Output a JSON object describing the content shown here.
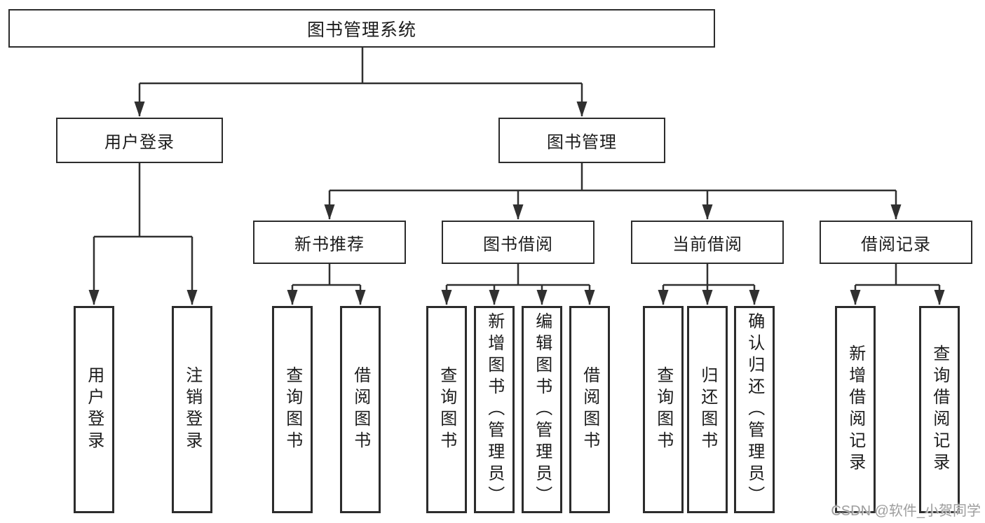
{
  "tree": {
    "label": "图书管理系统",
    "children": [
      {
        "label": "用户登录",
        "children": [
          {
            "label": "用户登录"
          },
          {
            "label": "注销登录"
          }
        ]
      },
      {
        "label": "图书管理",
        "children": [
          {
            "label": "新书推荐",
            "children": [
              {
                "label": "查询图书"
              },
              {
                "label": "借阅图书"
              }
            ]
          },
          {
            "label": "图书借阅",
            "children": [
              {
                "label": "查询图书"
              },
              {
                "label": "新增图书（管理员）"
              },
              {
                "label": "编辑图书（管理员）"
              },
              {
                "label": "借阅图书"
              }
            ]
          },
          {
            "label": "当前借阅",
            "children": [
              {
                "label": "查询图书"
              },
              {
                "label": "归还图书"
              },
              {
                "label": "确认归还（管理员）"
              }
            ]
          },
          {
            "label": "借阅记录",
            "children": [
              {
                "label": "新增借阅记录"
              },
              {
                "label": "查询借阅记录"
              }
            ]
          }
        ]
      }
    ]
  },
  "watermark": {
    "text": "CSDN @软件_小贺同学"
  },
  "colors": {
    "background": "#ffffff",
    "line": "#303030",
    "box_border": "#2c2c2c",
    "box_fill": "#ffffff",
    "text": "#1c1c1c",
    "watermark": "#9e9e9e"
  }
}
